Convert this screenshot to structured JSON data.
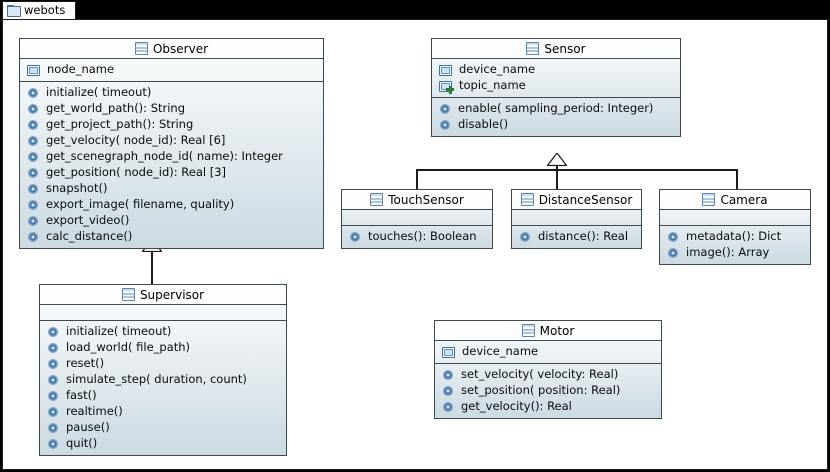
{
  "package": {
    "tab_label": "webots",
    "folder_icon": "folder-icon"
  },
  "icons": {
    "class": "class-icon",
    "attribute": "attribute-icon",
    "attribute_topic": "attribute-topic-icon",
    "method": "gear-icon"
  },
  "colors": {
    "box_border": "#3c4a52",
    "box_fill_top": "#fdfefe",
    "box_fill_bottom": "#ccdae2",
    "canvas": "#ffffff",
    "outer": "#000000",
    "icon_blue": "#3d6ea5",
    "icon_green": "#3f9142",
    "connector": "#1b1b1b"
  },
  "classes": [
    {
      "id": "observer",
      "name": "Observer",
      "attributes": [
        {
          "name": "node_name",
          "icon": "attribute"
        }
      ],
      "methods": [
        "initialize(  timeout)",
        "get_world_path(): String",
        "get_project_path(): String",
        "get_velocity(  node_id): Real [6]",
        "get_scenegraph_node_id(  name): Integer",
        "get_position(  node_id): Real [3]",
        "snapshot()",
        "export_image(  filename,   quality)",
        "export_video()",
        "calc_distance()"
      ]
    },
    {
      "id": "supervisor",
      "name": "Supervisor",
      "attributes": [],
      "methods": [
        "initialize(  timeout)",
        "load_world(  file_path)",
        "reset()",
        "simulate_step(  duration,   count)",
        "fast()",
        "realtime()",
        "pause()",
        "quit()"
      ]
    },
    {
      "id": "sensor",
      "name": "Sensor",
      "attributes": [
        {
          "name": "device_name",
          "icon": "attribute"
        },
        {
          "name": "topic_name",
          "icon": "attribute_topic"
        }
      ],
      "methods": [
        "enable(  sampling_period: Integer)",
        "disable()"
      ]
    },
    {
      "id": "touchsensor",
      "name": "TouchSensor",
      "attributes": [],
      "methods": [
        "touches(): Boolean"
      ]
    },
    {
      "id": "distancesensor",
      "name": "DistanceSensor",
      "attributes": [],
      "methods": [
        "distance(): Real"
      ]
    },
    {
      "id": "camera",
      "name": "Camera",
      "attributes": [],
      "methods": [
        "metadata(): Dict",
        "image(): Array"
      ]
    },
    {
      "id": "motor",
      "name": "Motor",
      "attributes": [
        {
          "name": "device_name",
          "icon": "attribute"
        }
      ],
      "methods": [
        "set_velocity(  velocity: Real)",
        "set_position(  position: Real)",
        "get_velocity(): Real"
      ]
    }
  ],
  "relations": [
    {
      "type": "generalization",
      "from": "supervisor",
      "to": "observer"
    },
    {
      "type": "generalization",
      "from": "touchsensor",
      "to": "sensor"
    },
    {
      "type": "generalization",
      "from": "distancesensor",
      "to": "sensor"
    },
    {
      "type": "generalization",
      "from": "camera",
      "to": "sensor"
    }
  ]
}
